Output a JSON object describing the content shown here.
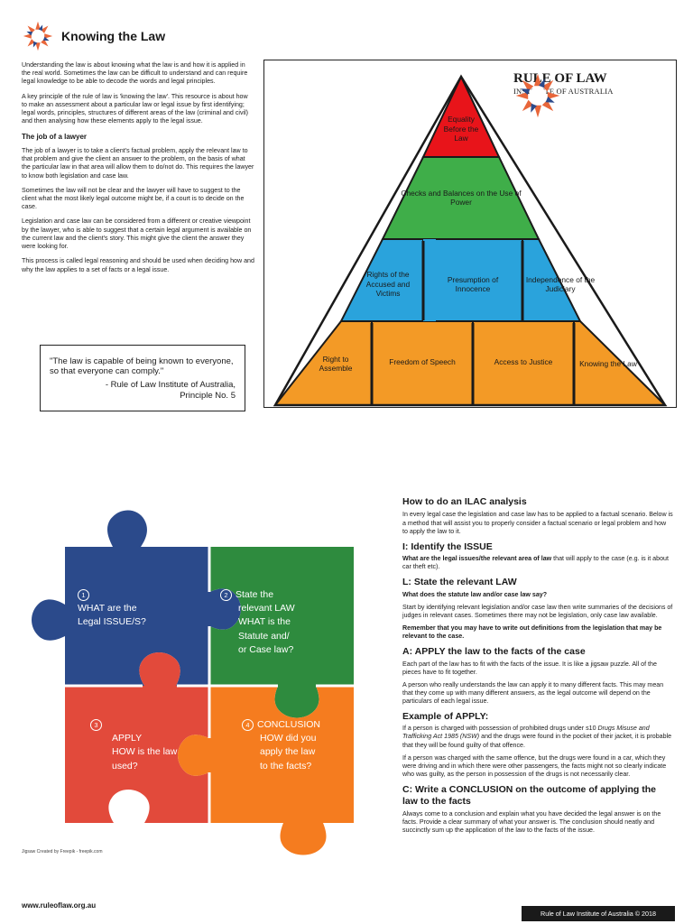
{
  "header": {
    "title": "Knowing the Law"
  },
  "intro": {
    "paragraphs": [
      "Understanding the law is about knowing what the law is and how it is applied in the real world. Sometimes the law can be difficult to understand and can require legal knowledge to be able to decode the words and legal principles.",
      "A key principle of the rule of law is 'knowing the law'. This resource is about how to make an assessment about a particular law or legal issue by first identifying; legal words, principles, structures of different areas of the law (criminal and civil) and then analysing how these elements apply to the legal issue."
    ],
    "subheading": "The job of a lawyer",
    "paragraphs2": [
      "The job of a lawyer is to take a client's factual problem, apply the relevant law to that problem and give the client an answer to the problem, on the basis of what the particular law in that area will allow them to do/not do. This requires the lawyer to know both legislation and case law.",
      "Sometimes the law will not be clear and the lawyer will have to suggest to the client what the most likely legal outcome might be, if a court is to decide on the case.",
      "Legislation and case law can be considered from a different or creative viewpoint by the lawyer, who is able to suggest that a certain legal argument is available on the current law and the client's story.  This might give the client the answer they were looking for.",
      "This process is called legal reasoning and should be used when deciding how and why the law applies to a set of facts or a legal issue."
    ]
  },
  "quote": {
    "text": "\"The law is capable of being known to everyone, so that everyone can comply.\"",
    "source": "- Rule of Law Institute of Australia,",
    "principle": "Principle No. 5"
  },
  "logo": {
    "title": "RULE OF LAW",
    "subtitle": "INSTITUTE OF AUSTRALIA"
  },
  "pyramid": {
    "top": "Equality Before the Law",
    "tier2": "Checks and Balances on the Use of Power",
    "tier3": [
      "Rights of the Accused and Victims",
      "Presumption of Innocence",
      "Independence of the Judiciary"
    ],
    "tier4": [
      "Right to Assemble",
      "Freedom of Speech",
      "Access to Justice",
      "Knowing the Law"
    ],
    "colors": {
      "red": "#e8141a",
      "green": "#3fae49",
      "blue": "#2aa3dc",
      "orange": "#f39a26"
    }
  },
  "puzzle": {
    "p1": {
      "num": "1",
      "line1": "WHAT are the",
      "line2": "Legal ISSUE/S?"
    },
    "p2": {
      "num": "2",
      "line1": "State the",
      "line2": "relevant LAW",
      "line3": "WHAT is the",
      "line4": "Statute and/",
      "line5": "or Case law?"
    },
    "p3": {
      "num": "3",
      "line1": "APPLY",
      "line2": "HOW is the law",
      "line3": "used?"
    },
    "p4": {
      "num": "4",
      "line1": "CONCLUSION",
      "line2": "HOW  did you",
      "line3": "apply the law",
      "line4": "to the facts?"
    },
    "colors": {
      "blue": "#2b4a8b",
      "green": "#2e8b3e",
      "red": "#e24a3b",
      "orange": "#f57c1f"
    },
    "credit": "Jigsaw Created by Freepik - freepik.com"
  },
  "website": "www.ruleoflaw.org.au",
  "ilac": {
    "title": "How to do an ILAC analysis",
    "intro": "In every legal case the legislation and case law has to be applied to a factual scenario.  Below is a method that will assist you to properly consider a factual scenario or legal problem and how to apply the law to it.",
    "i_title": "I: Identify the ISSUE",
    "i_bold": "What are the legal issues/the relevant area of law",
    "i_text": " that will apply to the case (e.g. is it about car theft etc).",
    "l_title": "L: State the relevant LAW",
    "l_bold": "What does the statute law and/or case law say?",
    "l_text": "Start by identifying relevant legislation and/or case law then write summaries of the decisions of judges in relevant cases. Sometimes there may not be legislation, only case law available.",
    "l_bold2": "Remember that you may have to write out definitions from the legislation that may be relevant to the case.",
    "a_title": "A: APPLY the law to the facts of the case",
    "a_text1": "Each part of the law has to fit with the facts of the issue.  It is like a jigsaw puzzle.  All of the pieces have to fit together.",
    "a_text2": "A person who really understands the law can apply it to many different facts.  This may mean that they come up with many different answers, as the legal outcome will depend on the particulars of each legal issue.",
    "ex_title": "Example of APPLY:",
    "ex_text1a": "If a person is charged with possession of prohibited drugs under s10 ",
    "ex_text1i": "Drugs Misuse and Trafficking Act 1985 (NSW)",
    "ex_text1b": " and the drugs were found in the pocket of their jacket, it is probable that they will be found guilty of that offence.",
    "ex_text2": "If a person was charged with the same offence, but the drugs were found in a car, which they were driving and in which there were other passengers, the facts might not so clearly indicate who was guilty, as the person in possession of the drugs is not necessarily clear.",
    "c_title": "C: Write a CONCLUSION on the outcome of applying the law to the facts",
    "c_text": "Always come to a conclusion and explain what you have decided the legal answer is on the facts. Provide a clear summary of what your answer is. The conclusion should neatly and succinctly sum up the application of the law to the facts of the issue."
  },
  "footer": {
    "copyright": "Rule of Law Institute of Australia © 2018"
  }
}
